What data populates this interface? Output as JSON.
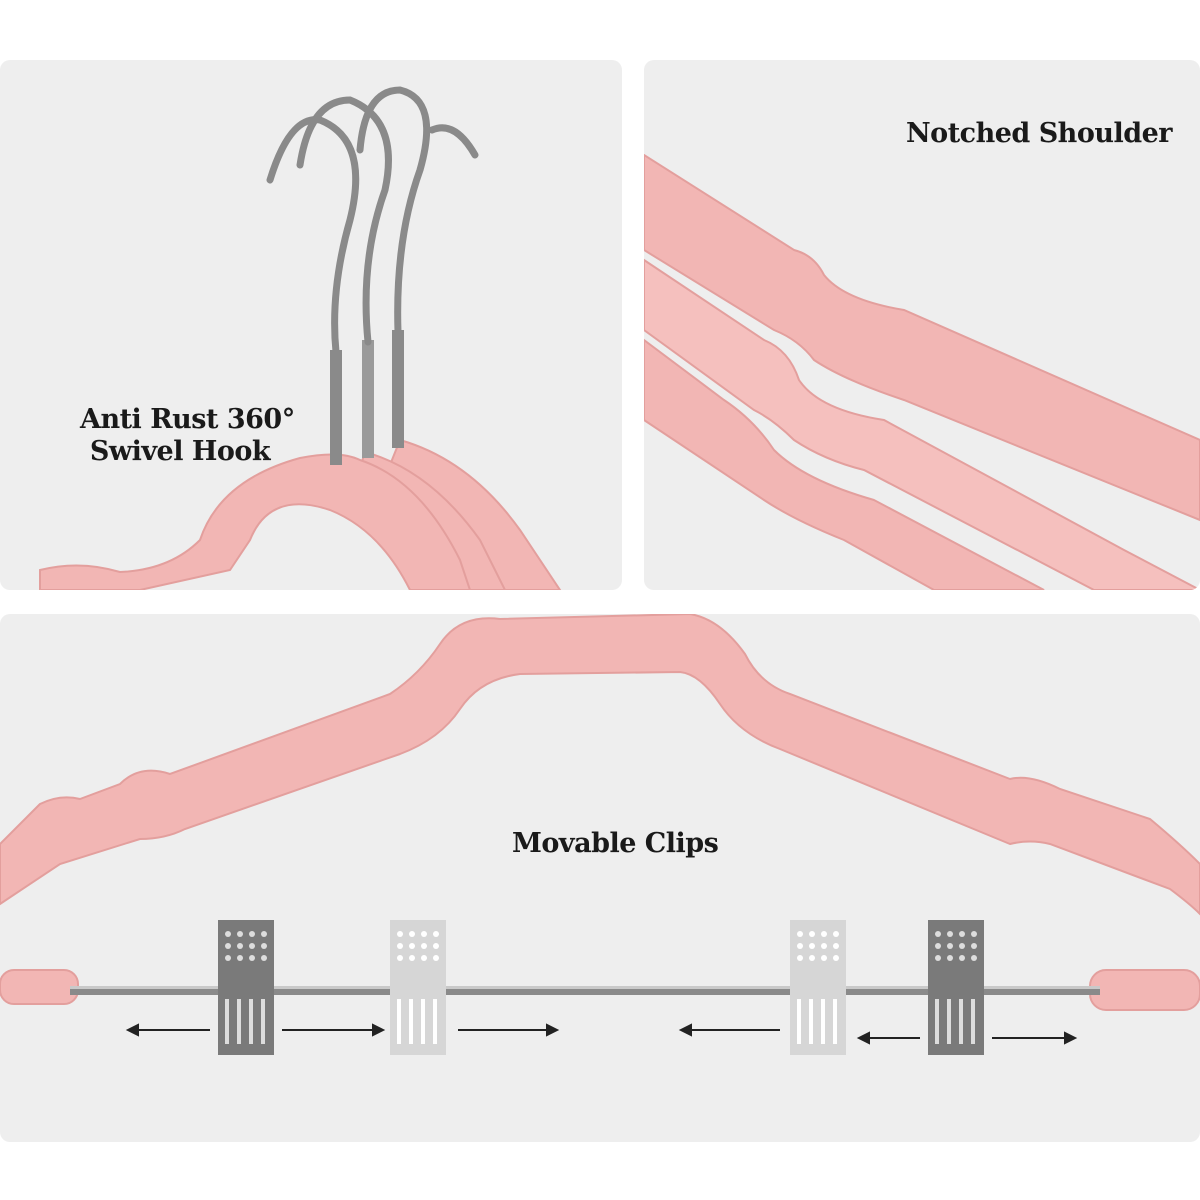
{
  "panels": {
    "hook": {
      "caption_line1": "Anti Rust 360°",
      "caption_line2": "Swivel Hook"
    },
    "shoulder": {
      "caption": "Notched Shoulder"
    },
    "clips": {
      "caption": "Movable Clips"
    }
  },
  "colors": {
    "panel_background": "#eeeeee",
    "hanger_pink": "#f2b6b4",
    "hanger_pink_shadow": "#e39f9d",
    "metal": "#8a8a8a",
    "clip_dark": "#7a7a7a",
    "clip_light": "#d6d6d6"
  },
  "icons": [
    "swivel-hook-icon",
    "clip-icon",
    "arrow-left-icon",
    "arrow-right-icon"
  ]
}
